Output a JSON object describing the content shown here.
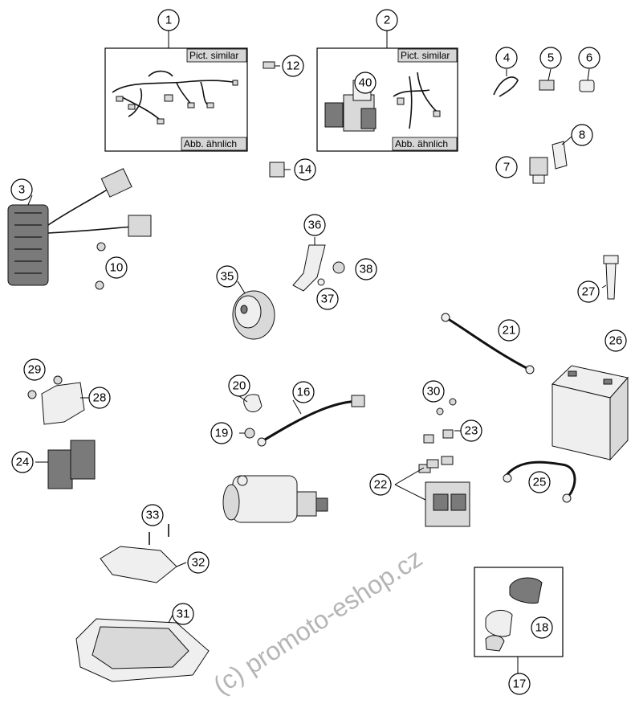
{
  "boxes": {
    "harness_main": {
      "label_top": "Pict. similar",
      "label_bottom": "Abb. ähnlich"
    },
    "harness_aux": {
      "label_top": "Pict. similar",
      "label_bottom": "Abb. ähnlich"
    },
    "handlebar_switch": {}
  },
  "callouts": {
    "c1": "1",
    "c2": "2",
    "c3": "3",
    "c4": "4",
    "c5": "5",
    "c6": "6",
    "c7": "7",
    "c8": "8",
    "c10": "10",
    "c12": "12",
    "c14": "14",
    "c16": "16",
    "c17": "17",
    "c18": "18",
    "c19": "19",
    "c20": "20",
    "c21": "21",
    "c22": "22",
    "c23": "23",
    "c24": "24",
    "c25": "25",
    "c26": "26",
    "c27": "27",
    "c28": "28",
    "c29": "29",
    "c30": "30",
    "c31": "31",
    "c32": "32",
    "c33": "33",
    "c35": "35",
    "c36": "36",
    "c37": "37",
    "c38": "38",
    "c40": "40"
  },
  "watermark": "(c) promoto-eshop.cz"
}
